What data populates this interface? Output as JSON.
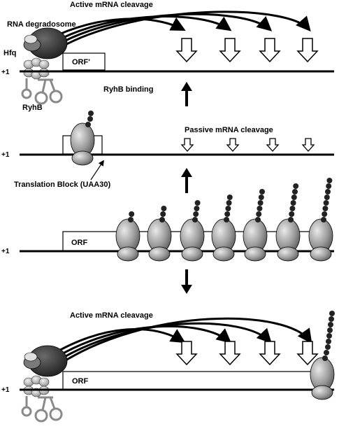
{
  "labels": {
    "active_cleavage_top": "Active mRNA cleavage",
    "rna_degradosome": "RNA degradosome",
    "hfq": "Hfq",
    "ryhb": "RyhB",
    "orf_prime": "ORF'",
    "ryhb_binding": "RyhB binding",
    "passive_cleavage": "Passive mRNA cleavage",
    "translation_block": "Translation Block (UAA30)",
    "orf_panel3": "ORF",
    "active_cleavage_bottom": "Active mRNA cleavage",
    "orf_panel4": "ORF",
    "plus_one": "+1"
  },
  "colors": {
    "line": "#000000",
    "ribosome_light": "#c8c8c8",
    "ribosome_dark": "#6e6e6e",
    "degradosome": "#3a3a3a",
    "hfq_light": "#d8d8d8",
    "ryhb_gray": "#8a8a8a",
    "peptide": "#222222"
  },
  "icons": {
    "degradosome": "degradosome-complex-icon",
    "hfq": "hfq-hexamer-icon",
    "ryhb": "ryhb-srna-icon",
    "ribosome": "ribosome-icon",
    "cleavage_arrow": "down-arrow-icon",
    "step_arrow": "step-arrow-icon"
  }
}
